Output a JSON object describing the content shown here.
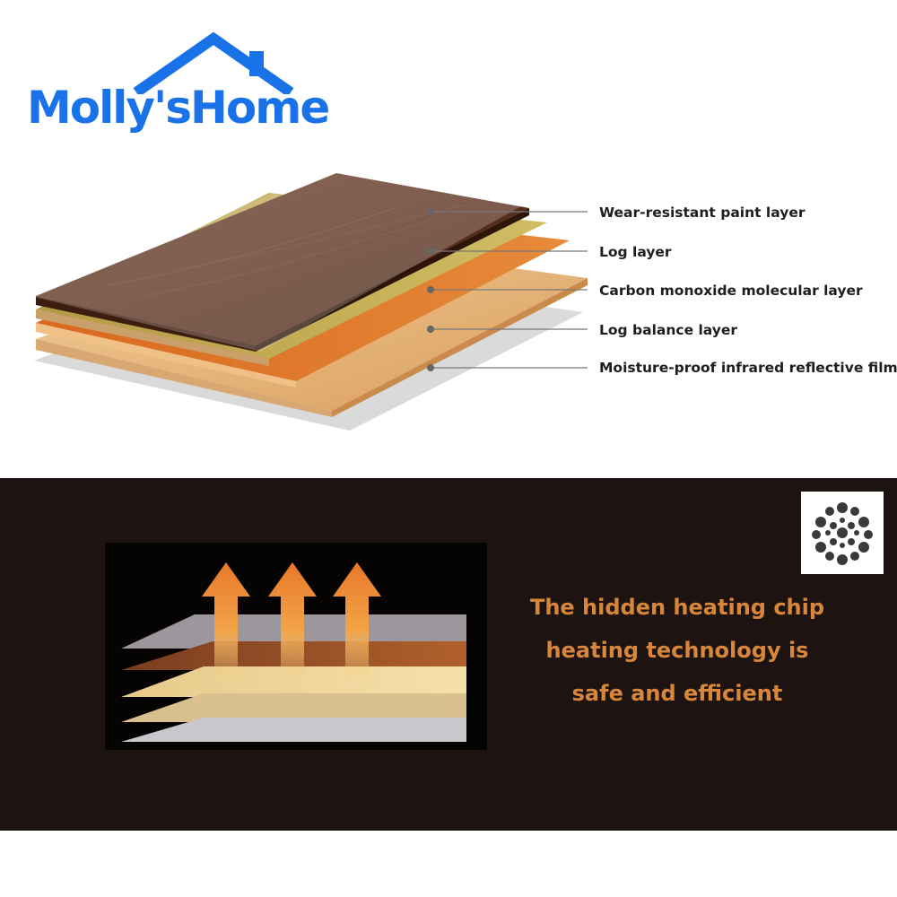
{
  "brand": {
    "name": "Molly'sHome",
    "color": "#1a72e8"
  },
  "layers": [
    {
      "label": "Wear-resistant paint layer"
    },
    {
      "label": "Log layer"
    },
    {
      "label": "Carbon monoxide molecular layer"
    },
    {
      "label": "Log balance layer"
    },
    {
      "label": "Moisture-proof infrared reflective film"
    }
  ],
  "heating": {
    "lines": [
      "The hidden heating chip",
      "heating technology is",
      "safe and efficient"
    ],
    "text_color": "#d8873a",
    "background_color": "#1d1412"
  },
  "icons": {
    "roof": "house-roof-icon",
    "arrow": "heat-arrow-icon",
    "molecule": "carbon-molecule-icon"
  }
}
